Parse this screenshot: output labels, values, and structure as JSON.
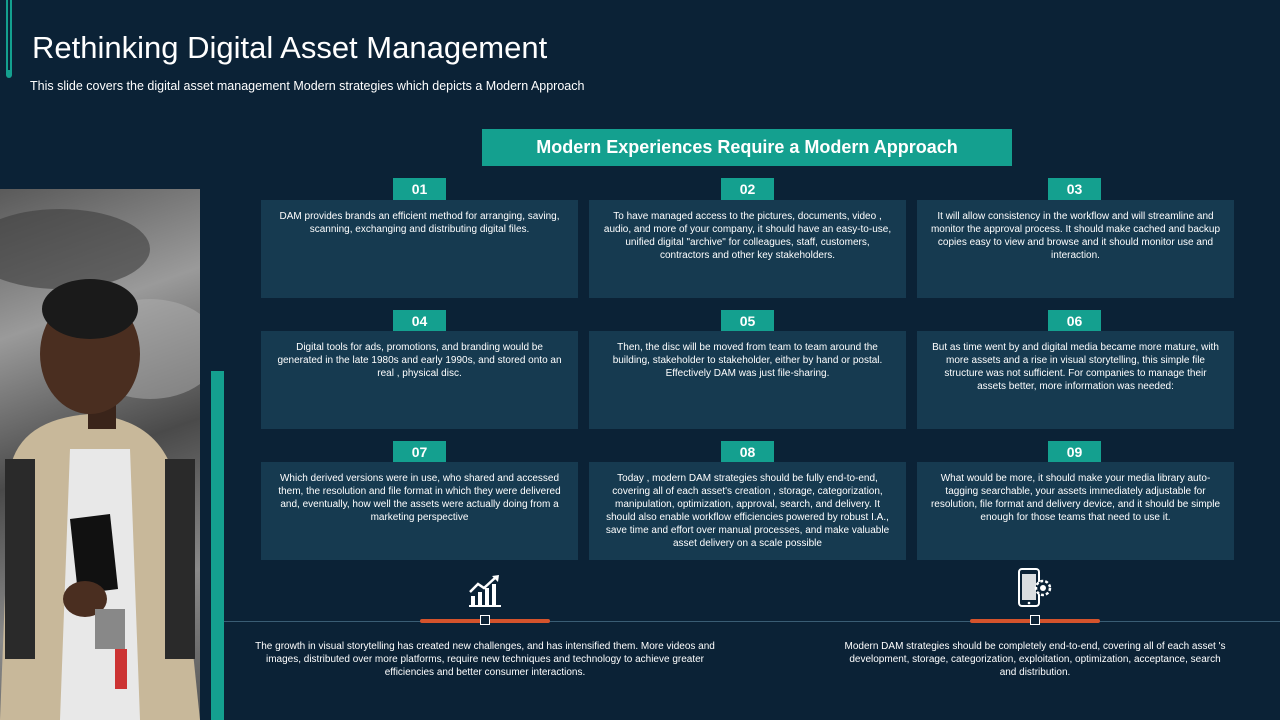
{
  "title": "Rethinking Digital Asset Management",
  "subtitle": "This slide covers the digital asset management Modern strategies which depicts a Modern Approach",
  "banner": "Modern Experiences Require a Modern Approach",
  "cards": [
    {
      "num": "01",
      "text": "DAM provides brands an efficient method for arranging, saving, scanning, exchanging and distributing digital files."
    },
    {
      "num": "02",
      "text": "To have managed access to the pictures, documents, video , audio, and more of your company, it should have an easy-to-use, unified digital \"archive\" for colleagues, staff, customers, contractors and other key stakeholders."
    },
    {
      "num": "03",
      "text": "It will allow consistency in the workflow and will streamline and monitor the approval process. It should make cached and backup copies easy to view and browse and it should monitor use and interaction."
    },
    {
      "num": "04",
      "text": "Digital tools for ads, promotions, and branding would be generated in the late 1980s and early 1990s, and stored onto an real , physical disc."
    },
    {
      "num": "05",
      "text": "Then, the disc will be moved from team to team around the building, stakeholder to stakeholder, either by hand or postal. Effectively DAM was just file-sharing."
    },
    {
      "num": "06",
      "text": "But as time went by and digital media became more mature, with more assets and a rise in visual storytelling, this simple file structure was not sufficient. For companies to manage their assets better, more information was needed:"
    },
    {
      "num": "07",
      "text": "Which derived versions were in use, who shared and accessed them, the resolution and file format in which they were delivered and, eventually, how well the assets were actually doing from a marketing perspective"
    },
    {
      "num": "08",
      "text": "Today , modern DAM strategies should be fully end-to-end, covering all of each asset's creation , storage, categorization, manipulation, optimization, approval, search, and delivery. It should also enable workflow efficiencies powered by robust I.A., save time and effort over manual processes, and make valuable asset delivery on a scale possible"
    },
    {
      "num": "09",
      "text": "What would be more, it should make your media library auto-tagging searchable, your assets immediately adjustable for resolution, file format and delivery device, and it should be simple enough for those teams that need to use it."
    }
  ],
  "bottom": {
    "left_text": "The growth in visual storytelling has created new challenges, and has intensified them. More videos and images, distributed over more platforms, require new techniques and technology to achieve greater efficiencies and better consumer interactions.",
    "right_text": "Modern DAM strategies should be completely end-to-end, covering all of each asset 's development, storage, categorization, exploitation, optimization, acceptance, search and distribution.",
    "left_icon": "growth-chart-icon",
    "right_icon": "mobile-settings-icon"
  },
  "colors": {
    "background": "#0b2236",
    "accent": "#14a08f",
    "card": "#163a50",
    "marker_line": "#d4532c"
  }
}
